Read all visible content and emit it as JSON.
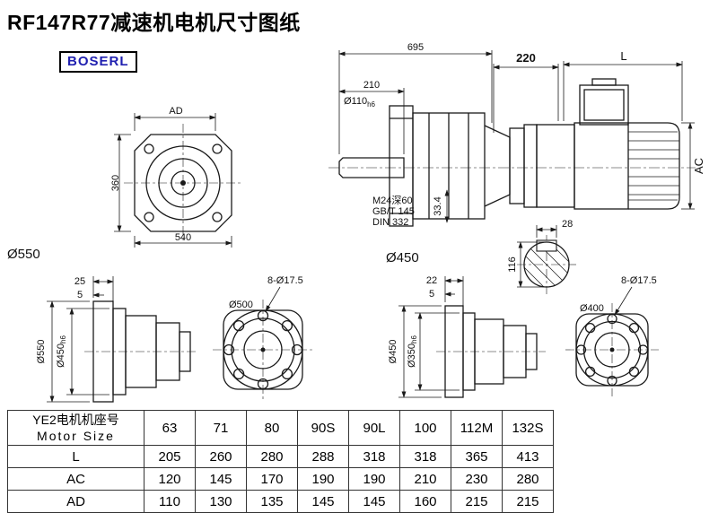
{
  "page": {
    "title": "RF147R77减速机电机尺寸图纸",
    "brand": "BOSERL"
  },
  "top_views": {
    "front": {
      "ad": "AD",
      "height": "360",
      "width": "540",
      "flange_dia": "Ø550"
    },
    "side": {
      "total_len": "695",
      "shaft_len": "210",
      "shaft_dia": "Ø110",
      "shaft_dia_tol": "h6",
      "tap": "M24深60",
      "std_gb": "GB/T 145",
      "std_din": "DIN 332",
      "key_height": "33.4",
      "flange_dia": "Ø450"
    },
    "motor": {
      "adapter_len": "220",
      "motor_len": "L",
      "ac": "AC",
      "key_width": "28",
      "shaft_height": "116"
    }
  },
  "bottom_views": {
    "side_550": {
      "dim_a": "25",
      "dim_b": "5",
      "outer_dia": "Ø550",
      "spigot_dia": "Ø450",
      "spigot_tol": "h6"
    },
    "front_500": {
      "dia": "Ø500",
      "holes": "8-Ø17.5"
    },
    "side_450": {
      "dim_a": "22",
      "dim_b": "5",
      "outer_dia": "Ø450",
      "spigot_dia": "Ø350",
      "spigot_tol": "h6"
    },
    "front_400": {
      "dia": "Ø400",
      "holes": "8-Ø17.5"
    }
  },
  "table": {
    "header_cn": "YE2电机机座号",
    "header_en": "Motor Size",
    "sizes": [
      "63",
      "71",
      "80",
      "90S",
      "90L",
      "100",
      "112M",
      "132S"
    ],
    "rows": [
      {
        "label": "L",
        "values": [
          "205",
          "260",
          "280",
          "288",
          "318",
          "318",
          "365",
          "413"
        ]
      },
      {
        "label": "AC",
        "values": [
          "120",
          "145",
          "170",
          "190",
          "190",
          "210",
          "230",
          "280"
        ]
      },
      {
        "label": "AD",
        "values": [
          "110",
          "130",
          "135",
          "145",
          "145",
          "160",
          "215",
          "215"
        ]
      }
    ]
  }
}
